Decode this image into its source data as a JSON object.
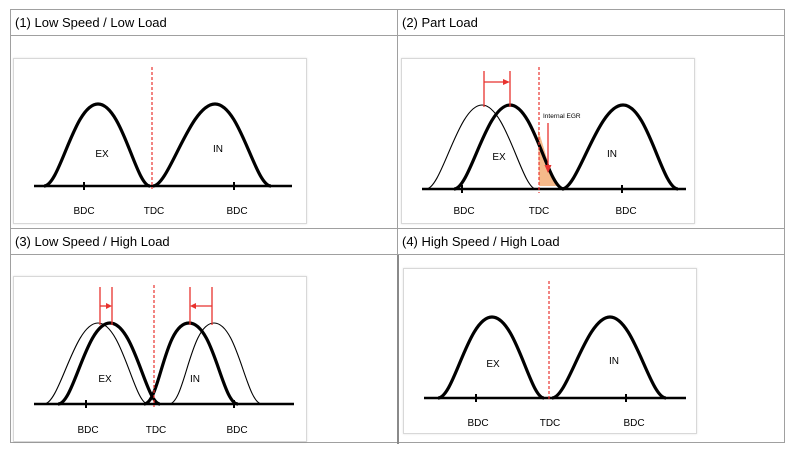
{
  "panels": [
    {
      "title": "(1) Low Speed / Low Load",
      "labels": {
        "ex": "EX",
        "in": "IN",
        "bdc_left": "BDC",
        "tdc": "TDC",
        "bdc_right": "BDC"
      }
    },
    {
      "title": "(2) Part Load",
      "labels": {
        "ex": "EX",
        "in": "IN",
        "bdc_left": "BDC",
        "tdc": "TDC",
        "bdc_right": "BDC"
      },
      "annotation": "Internal EGR"
    },
    {
      "title": "(3) Low Speed / High Load",
      "labels": {
        "ex": "EX",
        "in": "IN",
        "bdc_left": "BDC",
        "tdc": "TDC",
        "bdc_right": "BDC"
      }
    },
    {
      "title": "(4) High Speed / High Load",
      "labels": {
        "ex": "EX",
        "in": "IN",
        "bdc_left": "BDC",
        "tdc": "TDC",
        "bdc_right": "BDC"
      }
    }
  ],
  "colors": {
    "tdc_line": "#e8322e",
    "arrow": "#e8322e",
    "egr_fill": "#f5b98a",
    "curve": "#000000"
  }
}
